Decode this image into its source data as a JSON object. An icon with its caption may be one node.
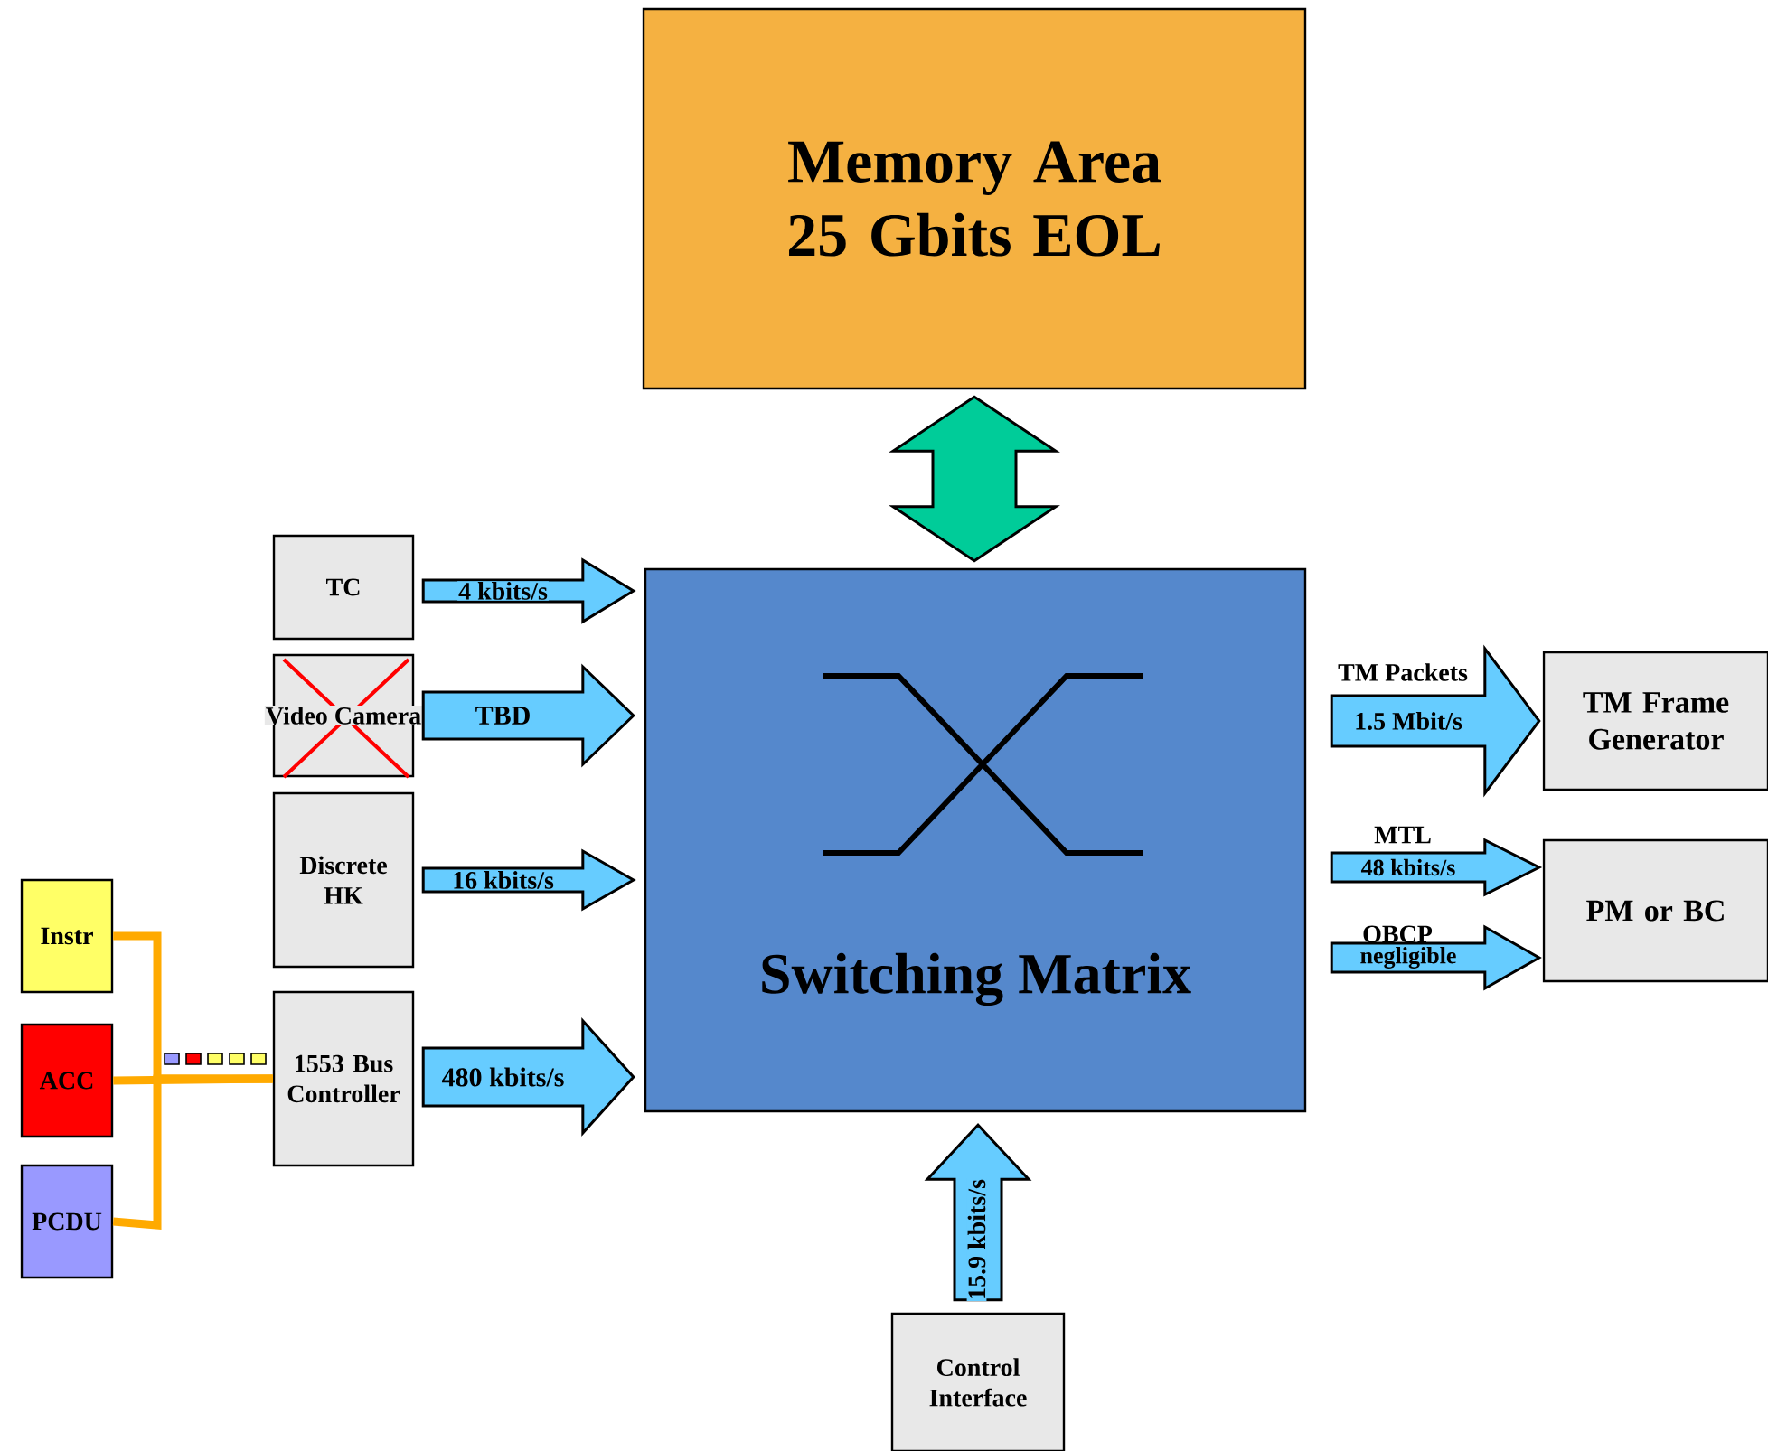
{
  "diagram": {
    "nodes": [
      {
        "text": [
          "Memory Area 25 Gbits EOL"
        ]
      },
      {
        "text": [
          "Switching Matrix"
        ]
      },
      {
        "text": [
          "TC"
        ]
      },
      {
        "text": [
          "Video Camera"
        ]
      },
      {
        "text": [
          "Discrete HK"
        ]
      },
      {
        "text": [
          "1553 Bus Controller"
        ]
      },
      {
        "text": [
          "Instr"
        ]
      },
      {
        "text": [
          "ACC"
        ]
      },
      {
        "text": [
          "PCDU"
        ]
      },
      {
        "text": [
          "TM Frame Generator"
        ]
      },
      {
        "text": [
          "PM or BC"
        ]
      },
      {
        "text": [
          "Control Interface"
        ]
      }
    ],
    "edges": [
      {
        "from": 0,
        "to": 1,
        "arrow": "both",
        "color": "#00cc99"
      },
      {
        "from": 2,
        "to": 1,
        "arrow": "to",
        "label": "4 kbits/s"
      },
      {
        "from": 3,
        "to": 1,
        "arrow": "to",
        "label": "TBD"
      },
      {
        "from": 4,
        "to": 1,
        "arrow": "to",
        "label": "16 kbits/s"
      },
      {
        "from": 5,
        "to": 1,
        "arrow": "to",
        "label": "480 kbits/s"
      },
      {
        "from": 1,
        "to": 9,
        "arrow": "to",
        "label": "1.5 Mbit/s"
      },
      {
        "from": 1,
        "to": 10,
        "arrow": "to",
        "label": "48 kbits/s"
      },
      {
        "from": 1,
        "to": 10,
        "arrow": "to",
        "label": "negligible"
      },
      {
        "from": 11,
        "to": 1,
        "arrow": "to",
        "label": "15.9 kbits/s"
      },
      {
        "from": 6,
        "to": 5,
        "arrow": "none",
        "color": "#ffaa00"
      },
      {
        "from": 7,
        "to": 5,
        "arrow": "none",
        "color": "#ffaa00"
      },
      {
        "from": 8,
        "to": 5,
        "arrow": "none",
        "color": "#ffaa00"
      }
    ],
    "labels": [
      "TM Packets",
      "MTL",
      "OBCP"
    ]
  }
}
